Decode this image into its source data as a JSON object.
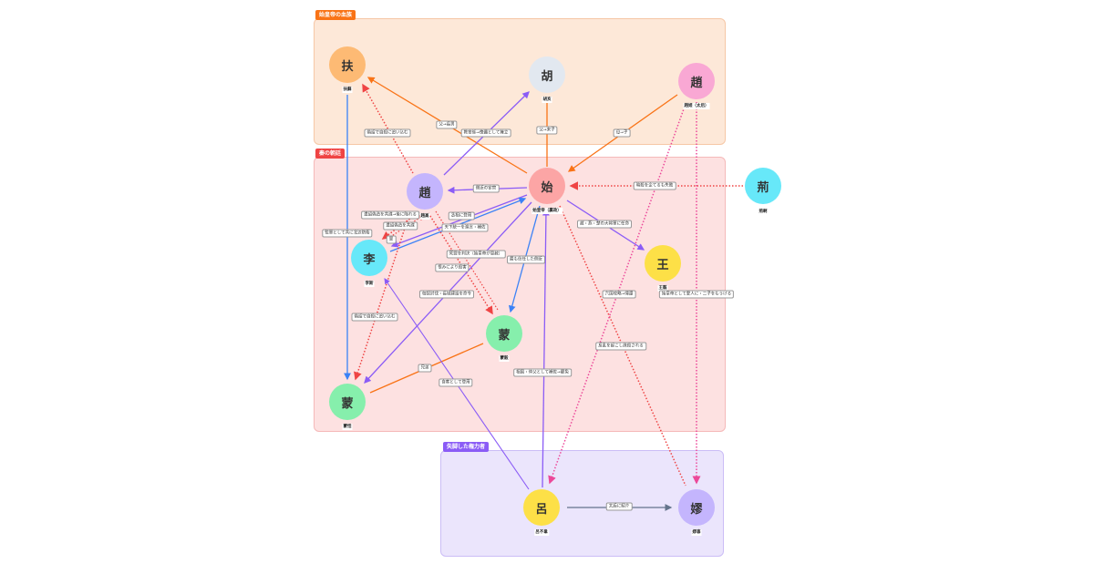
{
  "groups": [
    {
      "id": "g1",
      "label": "始皇帝の血族",
      "color": "#f97316",
      "fill": "#fde8d8"
    },
    {
      "id": "g2",
      "label": "秦の朝廷",
      "color": "#ef4444",
      "fill": "#fde1e1"
    },
    {
      "id": "g3",
      "label": "失脚した権力者",
      "color": "#8b5cf6",
      "fill": "#ebe5fc"
    }
  ],
  "nodes": [
    {
      "id": "fusu",
      "glyph": "扶",
      "name": "扶蘇",
      "color": "#fdba74"
    },
    {
      "id": "huhai",
      "glyph": "胡",
      "name": "胡亥",
      "color": "#e2e8f0"
    },
    {
      "id": "zhaoji",
      "glyph": "趙",
      "name": "趙姫（太后）",
      "color": "#f9a8d4"
    },
    {
      "id": "shi",
      "glyph": "始",
      "name": "始皇帝（嬴政）",
      "color": "#fca5a5"
    },
    {
      "id": "jing",
      "glyph": "荊",
      "name": "荊軻",
      "color": "#67e8f9"
    },
    {
      "id": "zhaogao",
      "glyph": "趙",
      "name": "趙高",
      "color": "#c4b5fd"
    },
    {
      "id": "li",
      "glyph": "李",
      "name": "李斯",
      "color": "#67e8f9"
    },
    {
      "id": "wang",
      "glyph": "王",
      "name": "王翦",
      "color": "#fde047"
    },
    {
      "id": "mengyi",
      "glyph": "蒙",
      "name": "蒙毅",
      "color": "#86efac"
    },
    {
      "id": "mengtian",
      "glyph": "蒙",
      "name": "蒙恬",
      "color": "#86efac"
    },
    {
      "id": "lu",
      "glyph": "呂",
      "name": "呂不韋",
      "color": "#fde047"
    },
    {
      "id": "lao",
      "glyph": "嫪",
      "name": "嫪毐",
      "color": "#c4b5fd"
    }
  ],
  "edges": [
    {
      "id": "e1",
      "label": "父→長男",
      "color": "#f97316",
      "style": "solid"
    },
    {
      "id": "e2",
      "label": "教育係→傀儡として擁立",
      "color": "#8b5cf6",
      "style": "solid"
    },
    {
      "id": "e3",
      "label": "父→末子",
      "color": "#f97316",
      "style": "solid"
    },
    {
      "id": "e4",
      "label": "母→子",
      "color": "#f97316",
      "style": "solid"
    },
    {
      "id": "e5",
      "label": "偽詔で自殺に追い込む",
      "color": "#ef4444",
      "style": "dotted"
    },
    {
      "id": "e6",
      "label": "側近の宦官",
      "color": "#8b5cf6",
      "style": "solid"
    },
    {
      "id": "e7",
      "label": "暗殺を企てるも失敗",
      "color": "#ef4444",
      "style": "dotted"
    },
    {
      "id": "e8",
      "label": "趙・燕・楚の大将軍に任命",
      "color": "#8b5cf6",
      "style": "solid"
    },
    {
      "id": "e9",
      "label": "丞相に登用",
      "color": "#8b5cf6",
      "style": "solid"
    },
    {
      "id": "e10",
      "label": "天下統一を進言・補佐",
      "color": "#3b82f6",
      "style": "solid"
    },
    {
      "id": "e11",
      "label": "遺詔偽造を共謀→後に陥れる",
      "color": "#ef4444",
      "style": "dotted"
    },
    {
      "id": "e12",
      "label": "遺詔偽造を共謀",
      "color": "#ef4444",
      "style": "dotted"
    },
    {
      "id": "e13",
      "label": "監軍として共に北辺防衛",
      "color": "#3b82f6",
      "style": "solid"
    },
    {
      "id": "e14",
      "label": "罪",
      "color": "#ef4444",
      "style": "dotted"
    },
    {
      "id": "e15",
      "label": "死罪を判決（始皇帝が恩赦）",
      "color": "#ef4444",
      "style": "dotted"
    },
    {
      "id": "e16",
      "label": "恨みにより殺害",
      "color": "#ef4444",
      "style": "dotted"
    },
    {
      "id": "e17",
      "label": "最も信任した側近",
      "color": "#3b82f6",
      "style": "solid"
    },
    {
      "id": "e18",
      "label": "匈奴討伐・長城建設を命令",
      "color": "#8b5cf6",
      "style": "solid"
    },
    {
      "id": "e19",
      "label": "偽詔で自殺に追い込む",
      "color": "#ef4444",
      "style": "dotted"
    },
    {
      "id": "e20",
      "label": "兄弟",
      "color": "#f97316",
      "style": "solid"
    },
    {
      "id": "e21",
      "label": "食客として登用",
      "color": "#8b5cf6",
      "style": "solid"
    },
    {
      "id": "e22",
      "label": "相国・仲父として補佐→罷免",
      "color": "#8b5cf6",
      "style": "solid"
    },
    {
      "id": "e23",
      "label": "六国攻略→帰還",
      "color": "#8b5cf6",
      "style": "solid"
    },
    {
      "id": "e24",
      "label": "反乱を起こし誅殺される",
      "color": "#ef4444",
      "style": "dotted"
    },
    {
      "id": "e25",
      "label": "始皇帝として愛人に・二子をもうける",
      "color": "#ec4899",
      "style": "dotted"
    },
    {
      "id": "e26",
      "label": "太后に紹介",
      "color": "#64748b",
      "style": "solid"
    }
  ]
}
